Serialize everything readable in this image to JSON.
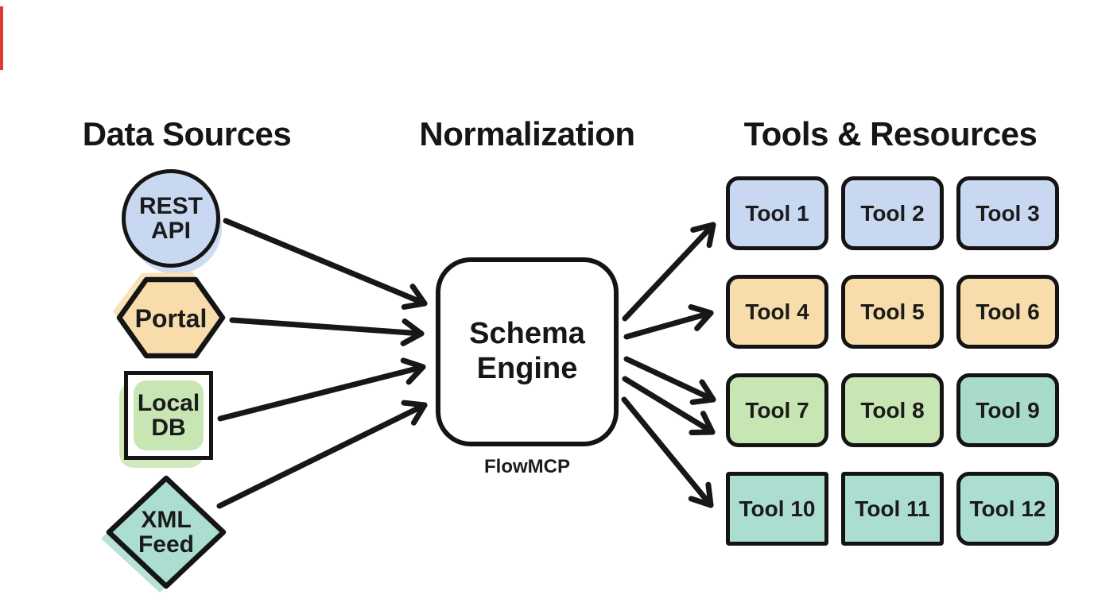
{
  "canvas": {
    "background": "#ffffff",
    "ink": "#171717",
    "edge_mark_color": "#e03a30"
  },
  "headings": {
    "sources": "Data Sources",
    "normalization": "Normalization",
    "tools": "Tools & Resources"
  },
  "sources": [
    {
      "name": "rest-api",
      "shape": "circle",
      "label": "REST\nAPI",
      "fill": "#c9d8f1"
    },
    {
      "name": "portal",
      "shape": "hexagon",
      "label": "Portal",
      "fill": "#f8dcab"
    },
    {
      "name": "local-db",
      "shape": "square",
      "label": "Local\nDB",
      "fill": "#c8e6b3"
    },
    {
      "name": "xml-feed",
      "shape": "diamond",
      "label": "XML\nFeed",
      "fill": "#abddd1"
    }
  ],
  "engine": {
    "label": "Schema\nEngine",
    "caption": "FlowMCP",
    "fill": "#ffffff"
  },
  "tools": {
    "items": [
      {
        "label": "Tool 1",
        "fill": "#c9d8f1"
      },
      {
        "label": "Tool 2",
        "fill": "#c9d8f1"
      },
      {
        "label": "Tool 3",
        "fill": "#c9d8f1"
      },
      {
        "label": "Tool 4",
        "fill": "#f8dcab"
      },
      {
        "label": "Tool 5",
        "fill": "#f8dcab"
      },
      {
        "label": "Tool 6",
        "fill": "#f8dcab"
      },
      {
        "label": "Tool 7",
        "fill": "#c8e6b3"
      },
      {
        "label": "Tool 8",
        "fill": "#c8e6b3"
      },
      {
        "label": "Tool 9",
        "fill": "#a9dbcc"
      },
      {
        "label": "Tool 10",
        "fill": "#abddd1"
      },
      {
        "label": "Tool 11",
        "fill": "#abddd1"
      },
      {
        "label": "Tool 12",
        "fill": "#abddd1"
      }
    ]
  }
}
